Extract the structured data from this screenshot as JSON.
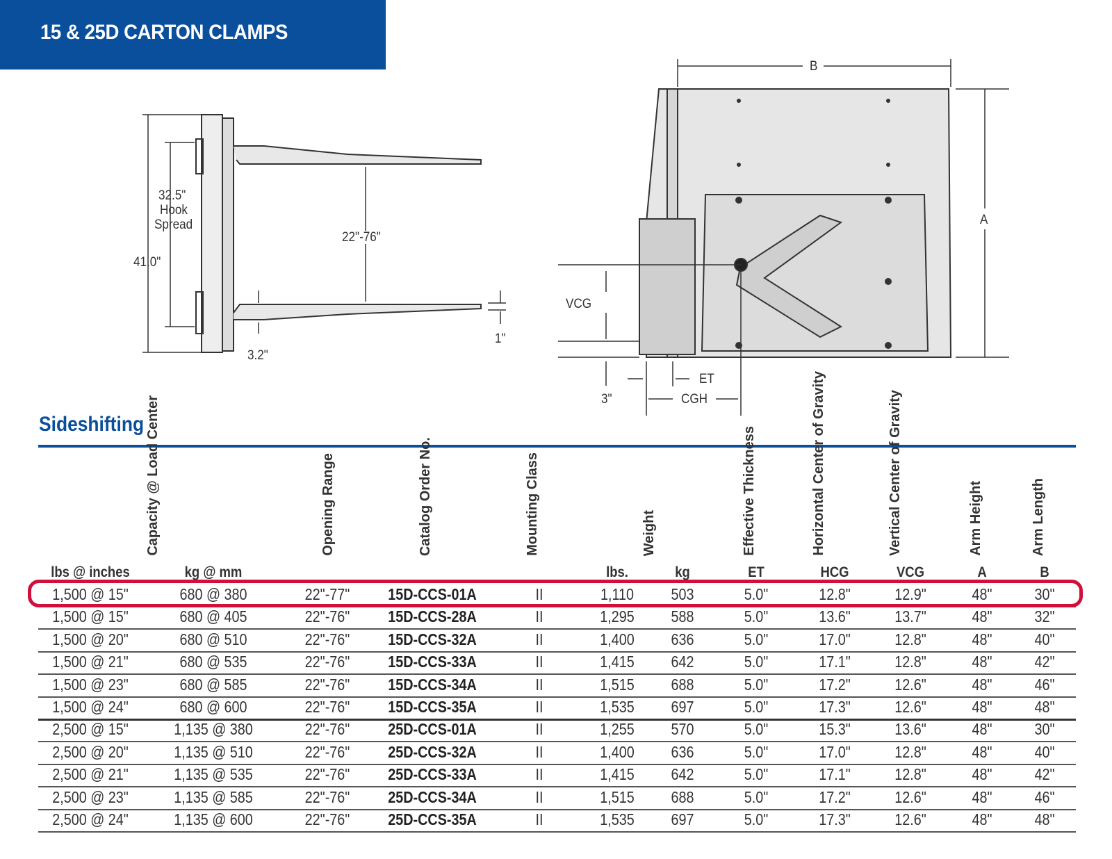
{
  "header": {
    "title": "15 & 25D CARTON CLAMPS"
  },
  "side_view": {
    "hook_spread_value": "32.5\"",
    "hook_label": "Hook",
    "spread_label": "Spread",
    "overall_height": "41.0\"",
    "opening": "22\"-76\"",
    "arm_offset": "3.2\"",
    "arm_thickness": "1\""
  },
  "top_view": {
    "dim_b": "B",
    "dim_a": "A",
    "vcg": "VCG",
    "et": "ET",
    "three": "3\"",
    "cgh": "CGH"
  },
  "section": {
    "title": "Sideshifting"
  },
  "table": {
    "headers": {
      "capacity": "Capacity @ Load Center",
      "opening": "Opening Range",
      "catalog": "Catalog Order No.",
      "mounting": "Mounting Class",
      "weight": "Weight",
      "et": "Effective Thickness",
      "hcg": "Horizontal Center of Gravity",
      "vcg": "Vertical Center of Gravity",
      "arm_height": "Arm Height",
      "arm_length": "Arm Length"
    },
    "subheaders": {
      "lbs_in": "lbs @ inches",
      "kg_mm": "kg @ mm",
      "lbs": "lbs.",
      "kg": "kg",
      "et": "ET",
      "hcg": "HCG",
      "vcg": "VCG",
      "a": "A",
      "b": "B"
    },
    "highlighted_row": 0,
    "rows": [
      [
        "1,500 @ 15\"",
        "680 @ 380",
        "22\"-77\"",
        "15D-CCS-01A",
        "II",
        "1,110",
        "503",
        "5.0\"",
        "12.8\"",
        "12.9\"",
        "48\"",
        "30\""
      ],
      [
        "1,500 @ 15\"",
        "680 @ 405",
        "22\"-76\"",
        "15D-CCS-28A",
        "II",
        "1,295",
        "588",
        "5.0\"",
        "13.6\"",
        "13.7\"",
        "48\"",
        "32\""
      ],
      [
        "1,500 @ 20\"",
        "680 @ 510",
        "22\"-76\"",
        "15D-CCS-32A",
        "II",
        "1,400",
        "636",
        "5.0\"",
        "17.0\"",
        "12.8\"",
        "48\"",
        "40\""
      ],
      [
        "1,500 @ 21\"",
        "680 @ 535",
        "22\"-76\"",
        "15D-CCS-33A",
        "II",
        "1,415",
        "642",
        "5.0\"",
        "17.1\"",
        "12.8\"",
        "48\"",
        "42\""
      ],
      [
        "1,500 @ 23\"",
        "680 @ 585",
        "22\"-76\"",
        "15D-CCS-34A",
        "II",
        "1,515",
        "688",
        "5.0\"",
        "17.2\"",
        "12.6\"",
        "48\"",
        "46\""
      ],
      [
        "1,500 @ 24\"",
        "680 @ 600",
        "22\"-76\"",
        "15D-CCS-35A",
        "II",
        "1,535",
        "697",
        "5.0\"",
        "17.3\"",
        "12.6\"",
        "48\"",
        "48\""
      ],
      [
        "2,500 @ 15\"",
        "1,135 @ 380",
        "22\"-76\"",
        "25D-CCS-01A",
        "II",
        "1,255",
        "570",
        "5.0\"",
        "15.3\"",
        "13.6\"",
        "48\"",
        "30\""
      ],
      [
        "2,500 @ 20\"",
        "1,135 @ 510",
        "22\"-76\"",
        "25D-CCS-32A",
        "II",
        "1,400",
        "636",
        "5.0\"",
        "17.0\"",
        "12.8\"",
        "48\"",
        "40\""
      ],
      [
        "2,500 @ 21\"",
        "1,135 @ 535",
        "22\"-76\"",
        "25D-CCS-33A",
        "II",
        "1,415",
        "642",
        "5.0\"",
        "17.1\"",
        "12.8\"",
        "48\"",
        "42\""
      ],
      [
        "2,500 @ 23\"",
        "1,135 @ 585",
        "22\"-76\"",
        "25D-CCS-34A",
        "II",
        "1,515",
        "688",
        "5.0\"",
        "17.2\"",
        "12.6\"",
        "48\"",
        "46\""
      ],
      [
        "2,500 @ 24\"",
        "1,135 @ 600",
        "22\"-76\"",
        "25D-CCS-35A",
        "II",
        "1,535",
        "697",
        "5.0\"",
        "17.3\"",
        "12.6\"",
        "48\"",
        "48\""
      ]
    ]
  },
  "colors": {
    "brand": "#0a4f9c",
    "highlight": "#d0103a"
  }
}
